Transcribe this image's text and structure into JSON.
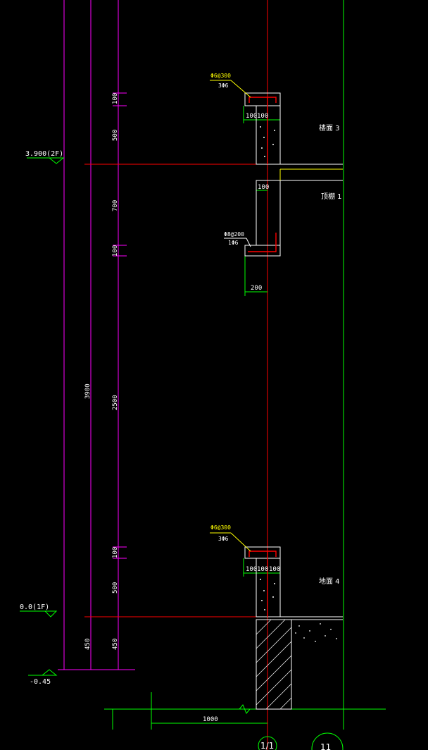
{
  "colors": {
    "background": "#000000",
    "magenta": "#ff00ff",
    "red": "#ff0000",
    "green": "#00ff00",
    "white": "#ffffff",
    "yellow": "#ffff00"
  },
  "levels": {
    "level_2f": "3.900(2F)",
    "level_1f": "0.0(1F)",
    "level_ground": "-0.45"
  },
  "dims_vertical": {
    "top_100": "100",
    "top_500": "500",
    "mid_700": "700",
    "mid_100": "100",
    "wall_2500": "2500",
    "total_3900": "3900",
    "bot_100": "100",
    "bot_500": "500",
    "base_450_inner": "450",
    "base_450_outer": "450"
  },
  "dims_horizontal": {
    "top_100a": "100",
    "top_100b": "100",
    "mid_100": "100",
    "mid_200": "200",
    "bot_100a": "100",
    "bot_100b": "100",
    "bot_100c": "100",
    "base_1000": "1000"
  },
  "rebar": {
    "top_spacing": "Φ6@300",
    "top_count": "3Φ6",
    "mid_spacing": "Φ8@200",
    "mid_count": "1Φ6",
    "bot_spacing": "Φ6@300",
    "bot_count": "3Φ6"
  },
  "labels": {
    "top_section": "楼面 3",
    "mid_section": "顶棚 1",
    "bot_section": "地面 4"
  },
  "axes": {
    "axis_a": "1/1",
    "axis_b": "11"
  }
}
